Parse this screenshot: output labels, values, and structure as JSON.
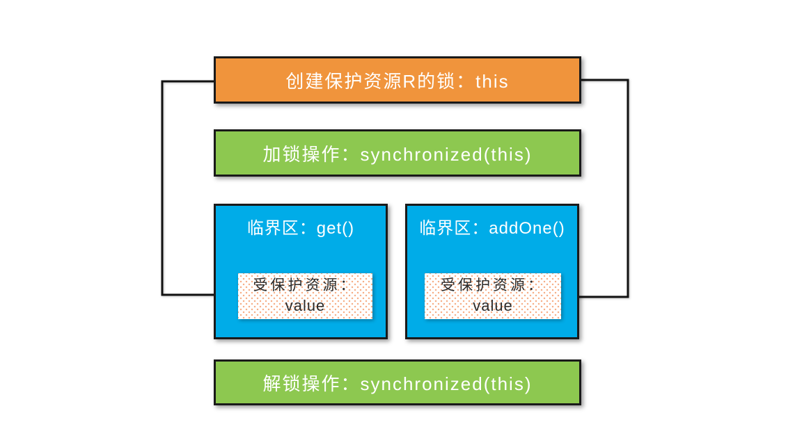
{
  "colors": {
    "canvas_bg": "#ffffff",
    "orange": "#f0943c",
    "green": "#8dc850",
    "blue": "#00ace8",
    "border": "#1a1a1a",
    "arrow": "#111111",
    "box_text": "#ffffff",
    "resource_text": "#2b2b2b",
    "dot": "#f6ae87"
  },
  "diagram": {
    "create_lock_box": {
      "label": "创建保护资源R的锁：this"
    },
    "lock_box": {
      "label": "加锁操作：synchronized(this)"
    },
    "critical_section_left": {
      "title": "临界区：get()",
      "resource": {
        "line1": "受保护资源：",
        "line2": "value"
      }
    },
    "critical_section_right": {
      "title": "临界区：addOne()",
      "resource": {
        "line1": "受保护资源：",
        "line2": "value"
      }
    },
    "unlock_box": {
      "label": "解锁操作：synchronized(this)"
    }
  }
}
